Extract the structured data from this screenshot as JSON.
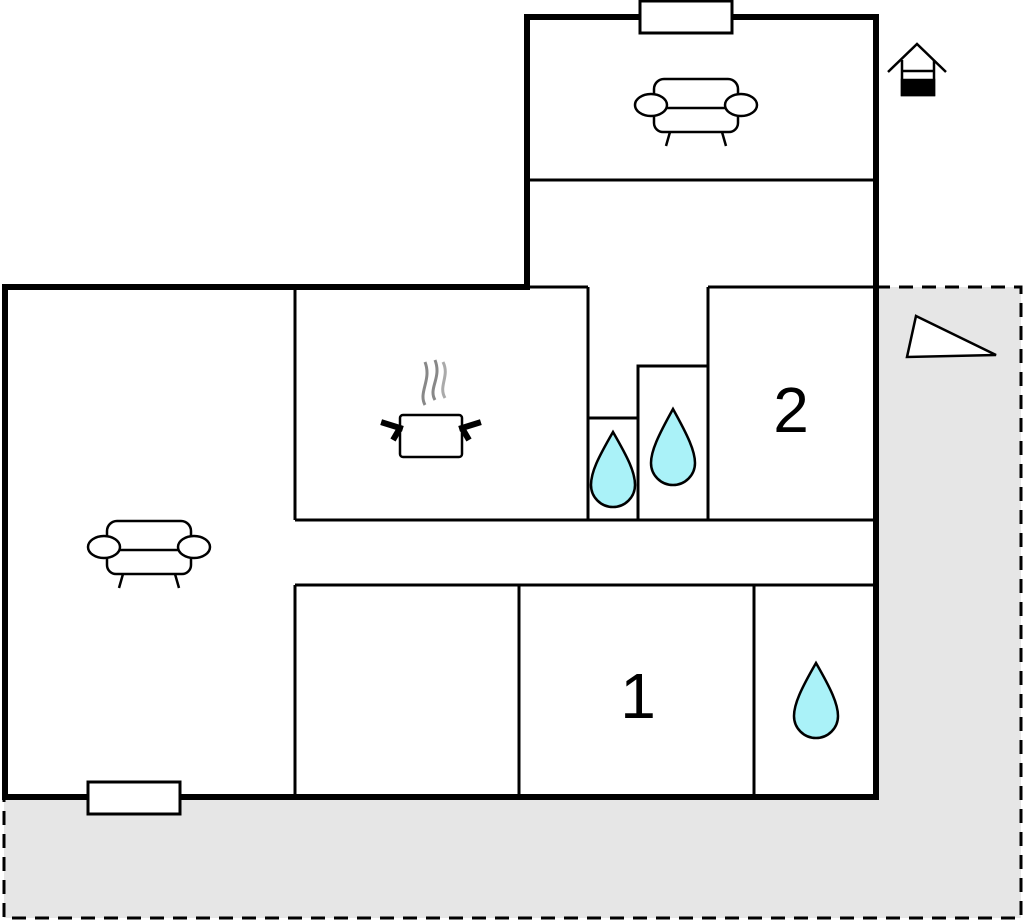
{
  "rooms": {
    "bedroom_1_label": "1",
    "bedroom_2_label": "2"
  },
  "icons": {
    "sofa": "sofa-icon",
    "kitchen": "cooking-pot-icon",
    "water": "water-drop-icon",
    "house": "house-icon",
    "terrace": "terrace-triangle-icon",
    "window": "window-marker"
  },
  "colors": {
    "wall": "#000000",
    "outdoor_area": "#e6e6e6",
    "water_drop": "#aaf2f8",
    "steam": "#888888",
    "floor": "#ffffff"
  }
}
